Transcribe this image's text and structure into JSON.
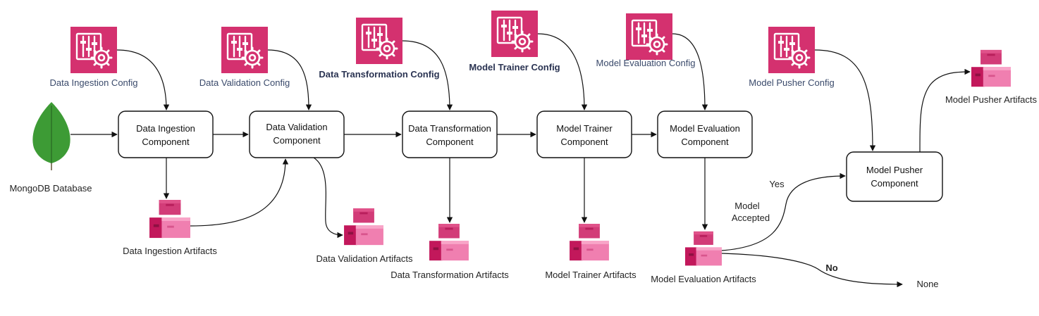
{
  "colors": {
    "config_icon": "#d4316f",
    "artifact_light": "#f07fb0",
    "artifact_dark": "#c2185b",
    "mongo_leaf": "#3d9b35"
  },
  "icons": {
    "config": "settings-gear-icon",
    "artifact": "artifact-boxes-icon",
    "database": "mongodb-leaf-icon"
  },
  "database": {
    "label": "MongoDB Database"
  },
  "configs": [
    {
      "id": "ingestion",
      "label": "Data Ingestion Config"
    },
    {
      "id": "validation",
      "label": "Data Validation Config"
    },
    {
      "id": "transformation",
      "label": "Data Transformation Config"
    },
    {
      "id": "trainer",
      "label": "Model Trainer Config"
    },
    {
      "id": "evaluation",
      "label": "Model Evaluation Config"
    },
    {
      "id": "pusher",
      "label": "Model Pusher Config"
    }
  ],
  "components": [
    {
      "id": "ingestion",
      "line1": "Data Ingestion",
      "line2": "Component"
    },
    {
      "id": "validation",
      "line1": "Data Validation",
      "line2": "Component"
    },
    {
      "id": "transformation",
      "line1": "Data Transformation",
      "line2": "Component"
    },
    {
      "id": "trainer",
      "line1": "Model Trainer",
      "line2": "Component"
    },
    {
      "id": "evaluation",
      "line1": "Model Evaluation",
      "line2": "Component"
    },
    {
      "id": "pusher",
      "line1": "Model Pusher",
      "line2": "Component"
    }
  ],
  "artifacts": [
    {
      "id": "ingestion",
      "label": "Data Ingestion Artifacts"
    },
    {
      "id": "validation",
      "label": "Data Validation Artifacts"
    },
    {
      "id": "transformation",
      "label": "Data Transformation Artifacts"
    },
    {
      "id": "trainer",
      "label": "Model Trainer Artifacts"
    },
    {
      "id": "evaluation",
      "label": "Model Evaluation Artifacts"
    },
    {
      "id": "pusher",
      "label": "Model Pusher Artifacts"
    }
  ],
  "decision": {
    "line1": "Model",
    "line2": "Accepted",
    "yes": "Yes",
    "no": "No",
    "none": "None"
  }
}
